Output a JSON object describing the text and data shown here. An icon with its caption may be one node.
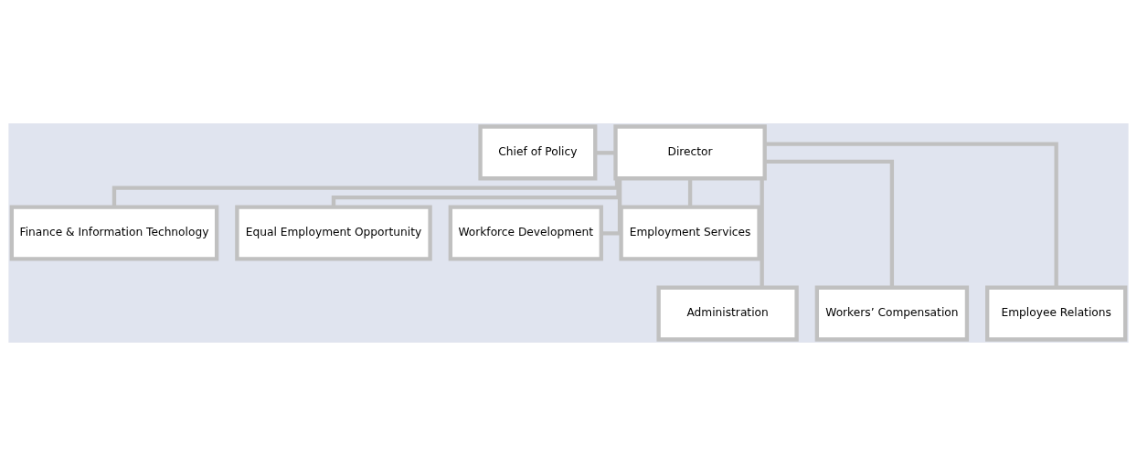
{
  "diagram": {
    "nodes": [
      {
        "text": [
          "Chief of Policy"
        ]
      },
      {
        "text": [
          "Director"
        ]
      },
      {
        "text": [
          "Finance & Information Technology"
        ]
      },
      {
        "text": [
          "Equal Employment Opportunity"
        ]
      },
      {
        "text": [
          "Workforce Development"
        ]
      },
      {
        "text": [
          "Employment Services"
        ]
      },
      {
        "text": [
          "Administration"
        ]
      },
      {
        "text": [
          "Workers’ Compensation"
        ]
      },
      {
        "text": [
          "Employee Relations"
        ]
      }
    ],
    "edges": [
      {
        "from": 0,
        "to": 1,
        "arrow": "none"
      },
      {
        "from": 1,
        "to": 2,
        "arrow": "none"
      },
      {
        "from": 1,
        "to": 3,
        "arrow": "none"
      },
      {
        "from": 1,
        "to": 4,
        "arrow": "none"
      },
      {
        "from": 1,
        "to": 5,
        "arrow": "none"
      },
      {
        "from": 1,
        "to": 6,
        "arrow": "none"
      },
      {
        "from": 1,
        "to": 7,
        "arrow": "none"
      },
      {
        "from": 1,
        "to": 8,
        "arrow": "none"
      }
    ]
  }
}
